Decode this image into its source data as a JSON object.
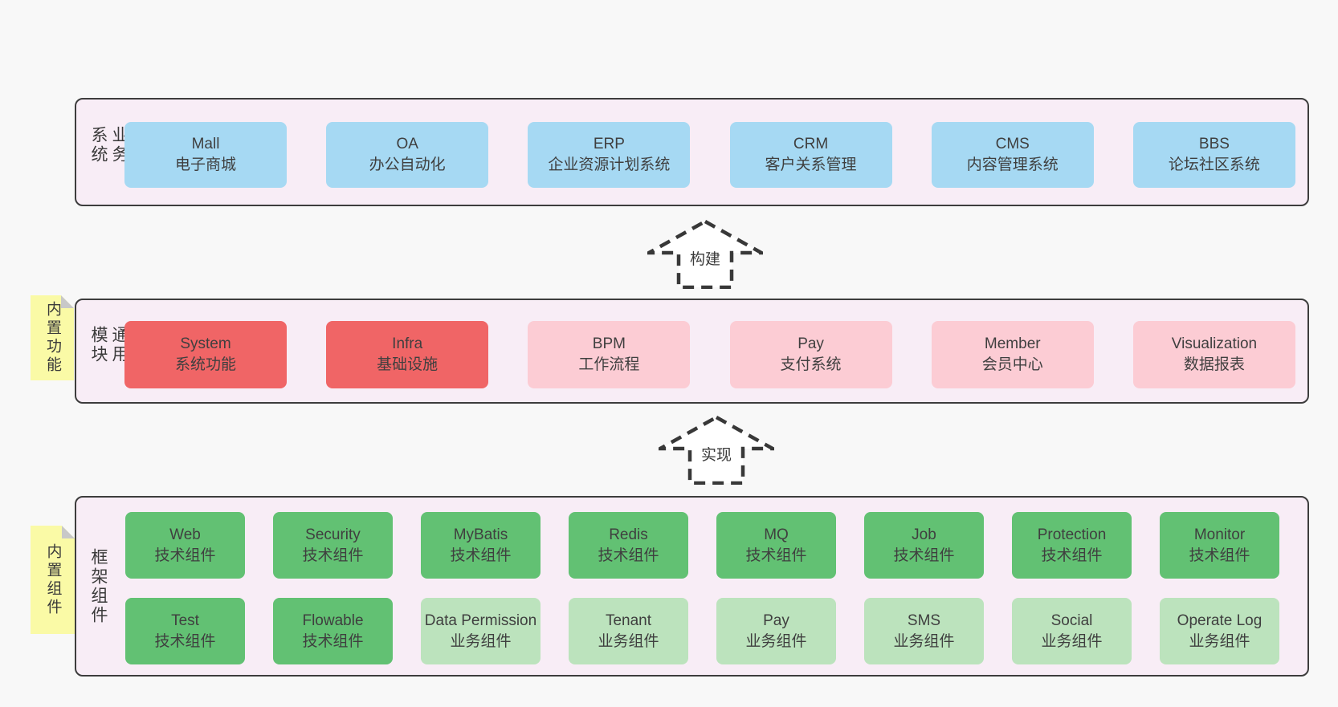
{
  "layers": {
    "business": {
      "label": "业务系统",
      "boxes": [
        {
          "title": "Mall",
          "subtitle": "电子商城",
          "variant": "blue"
        },
        {
          "title": "OA",
          "subtitle": "办公自动化",
          "variant": "blue"
        },
        {
          "title": "ERP",
          "subtitle": "企业资源计划系统",
          "variant": "blue"
        },
        {
          "title": "CRM",
          "subtitle": "客户关系管理",
          "variant": "blue"
        },
        {
          "title": "CMS",
          "subtitle": "内容管理系统",
          "variant": "blue"
        },
        {
          "title": "BBS",
          "subtitle": "论坛社区系统",
          "variant": "blue"
        }
      ]
    },
    "modules": {
      "label": "通用模块",
      "note": "内置功能",
      "boxes": [
        {
          "title": "System",
          "subtitle": "系统功能",
          "variant": "red"
        },
        {
          "title": "Infra",
          "subtitle": "基础设施",
          "variant": "red"
        },
        {
          "title": "BPM",
          "subtitle": "工作流程",
          "variant": "pink"
        },
        {
          "title": "Pay",
          "subtitle": "支付系统",
          "variant": "pink"
        },
        {
          "title": "Member",
          "subtitle": "会员中心",
          "variant": "pink"
        },
        {
          "title": "Visualization",
          "subtitle": "数据报表",
          "variant": "pink"
        }
      ]
    },
    "components": {
      "label": "框架组件",
      "note": "内置组件",
      "row1": [
        {
          "title": "Web",
          "subtitle": "技术组件",
          "variant": "green"
        },
        {
          "title": "Security",
          "subtitle": "技术组件",
          "variant": "green"
        },
        {
          "title": "MyBatis",
          "subtitle": "技术组件",
          "variant": "green"
        },
        {
          "title": "Redis",
          "subtitle": "技术组件",
          "variant": "green"
        },
        {
          "title": "MQ",
          "subtitle": "技术组件",
          "variant": "green"
        },
        {
          "title": "Job",
          "subtitle": "技术组件",
          "variant": "green"
        },
        {
          "title": "Protection",
          "subtitle": "技术组件",
          "variant": "green"
        },
        {
          "title": "Monitor",
          "subtitle": "技术组件",
          "variant": "green"
        }
      ],
      "row2": [
        {
          "title": "Test",
          "subtitle": "技术组件",
          "variant": "green"
        },
        {
          "title": "Flowable",
          "subtitle": "技术组件",
          "variant": "green"
        },
        {
          "title": "Data Permission",
          "subtitle": "业务组件",
          "variant": "light-green"
        },
        {
          "title": "Tenant",
          "subtitle": "业务组件",
          "variant": "light-green"
        },
        {
          "title": "Pay",
          "subtitle": "业务组件",
          "variant": "light-green"
        },
        {
          "title": "SMS",
          "subtitle": "业务组件",
          "variant": "light-green"
        },
        {
          "title": "Social",
          "subtitle": "业务组件",
          "variant": "light-green"
        },
        {
          "title": "Operate Log",
          "subtitle": "业务组件",
          "variant": "light-green"
        }
      ]
    }
  },
  "arrows": [
    {
      "label": "构建"
    },
    {
      "label": "实现"
    }
  ],
  "palette": {
    "background": "#f8f8f8",
    "layer_background": "#f8edf6",
    "layer_border": "#3d3d3d",
    "blue_box": "#a6d9f3",
    "red_box": "#f06566",
    "pink_box": "#fcccd4",
    "green_box": "#62c173",
    "light_green_box": "#bce3bd",
    "sticky_note": "#fafaa6",
    "note_fold": "#c8c8c8",
    "text": "#3f3f3f"
  }
}
